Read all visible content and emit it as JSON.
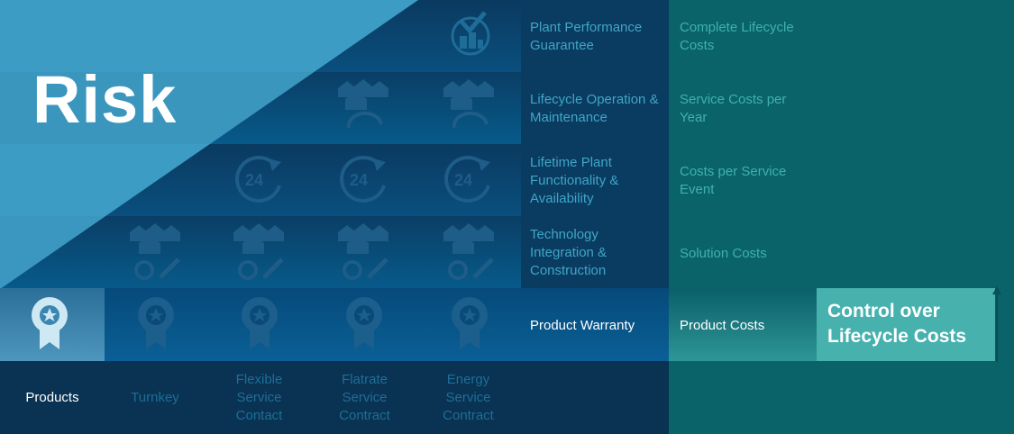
{
  "title": "Risk",
  "columns": [
    {
      "label": "Products"
    },
    {
      "label": "Turnkey"
    },
    {
      "label": "Flexible Service Contact"
    },
    {
      "label": "Flatrate Service Contract"
    },
    {
      "label": "Energy Service Contract"
    }
  ],
  "rows": [
    {
      "service": "Plant Performance Guarantee",
      "cost": "Complete Lifecycle Costs"
    },
    {
      "service": "Lifecycle Operation & Maintenance",
      "cost": "Service Costs per Year"
    },
    {
      "service": "Lifetime Plant Functionality & Availability",
      "cost": "Costs per Service Event"
    },
    {
      "service": "Technology Integration & Construction",
      "cost": "Solution Costs"
    },
    {
      "service": "Product Warranty",
      "cost": "Product Costs"
    }
  ],
  "control_label": "Control over Lifecycle Costs",
  "icon_text_24": "24",
  "colors": {
    "accent_teal": "#47b1ae",
    "triangle_blue": "#3d9cc4",
    "navy": "#0a3658"
  }
}
